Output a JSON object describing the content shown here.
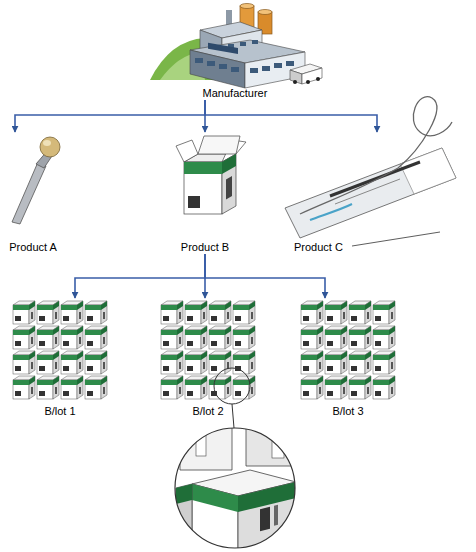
{
  "diagram": {
    "nodes": [
      {
        "text": [
          "Manufacturer"
        ]
      },
      {
        "text": [
          "Product A"
        ]
      },
      {
        "text": [
          "Product B"
        ]
      },
      {
        "text": [
          "Product C"
        ]
      },
      {
        "text": [
          "B/lot 1"
        ]
      },
      {
        "text": [
          "B/lot 2"
        ]
      },
      {
        "text": [
          "B/lot 3"
        ]
      }
    ],
    "edges": [
      {
        "from": 0,
        "to": 1,
        "arrow": "to"
      },
      {
        "from": 0,
        "to": 2,
        "arrow": "to"
      },
      {
        "from": 0,
        "to": 3,
        "arrow": "to"
      },
      {
        "from": 2,
        "to": 4,
        "arrow": "to"
      },
      {
        "from": 2,
        "to": 5,
        "arrow": "to"
      },
      {
        "from": 2,
        "to": 6,
        "arrow": "to"
      }
    ]
  }
}
